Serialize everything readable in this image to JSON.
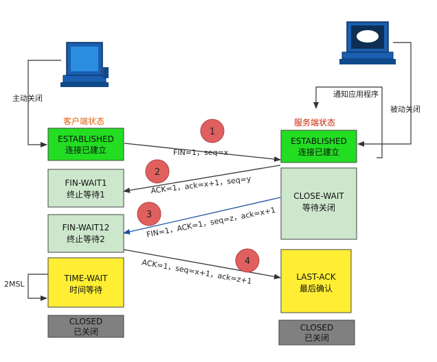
{
  "client": {
    "state_label": "客户端状态",
    "active_close": "主动关闭",
    "established": [
      "ESTABLISHED",
      "连接已建立"
    ],
    "fin_wait1": [
      "FIN-WAIT1",
      "终止等待1"
    ],
    "fin_wait2": [
      "FIN-WAIT12",
      "终止等待2"
    ],
    "time_wait": [
      "TIME-WAIT",
      "时间等待"
    ],
    "closed": [
      "CLOSED",
      "已关闭"
    ],
    "msl": "2MSL"
  },
  "server": {
    "state_label": "服务端状态",
    "notify_app": "通知应用程序",
    "passive_close": "被动关闭",
    "established": [
      "ESTABLISHED",
      "连接已建立"
    ],
    "close_wait": [
      "CLOSE-WAIT",
      "等待关闭"
    ],
    "last_ack": [
      "LAST-ACK",
      "最后确认"
    ],
    "closed": [
      "CLOSED",
      "已关闭"
    ]
  },
  "messages": {
    "m1": "FIN=1，seq=x",
    "m2": "ACK=1，ack=x+1，seq=y",
    "m3": "FIN=1，ACK=1，seq=z，ack=x+1",
    "m4": "ACK=1，seq=x+1，ack=z+1"
  },
  "steps": [
    "1",
    "2",
    "3",
    "4"
  ],
  "colors": {
    "established": "#22dd22",
    "wait": "#cde7cd",
    "yellow": "#ffee33",
    "closed": "#808080",
    "badge": "#e06060",
    "client_label": "#e06010",
    "server_label": "#cc2200",
    "blue_arrow": "#1c4fa0"
  }
}
